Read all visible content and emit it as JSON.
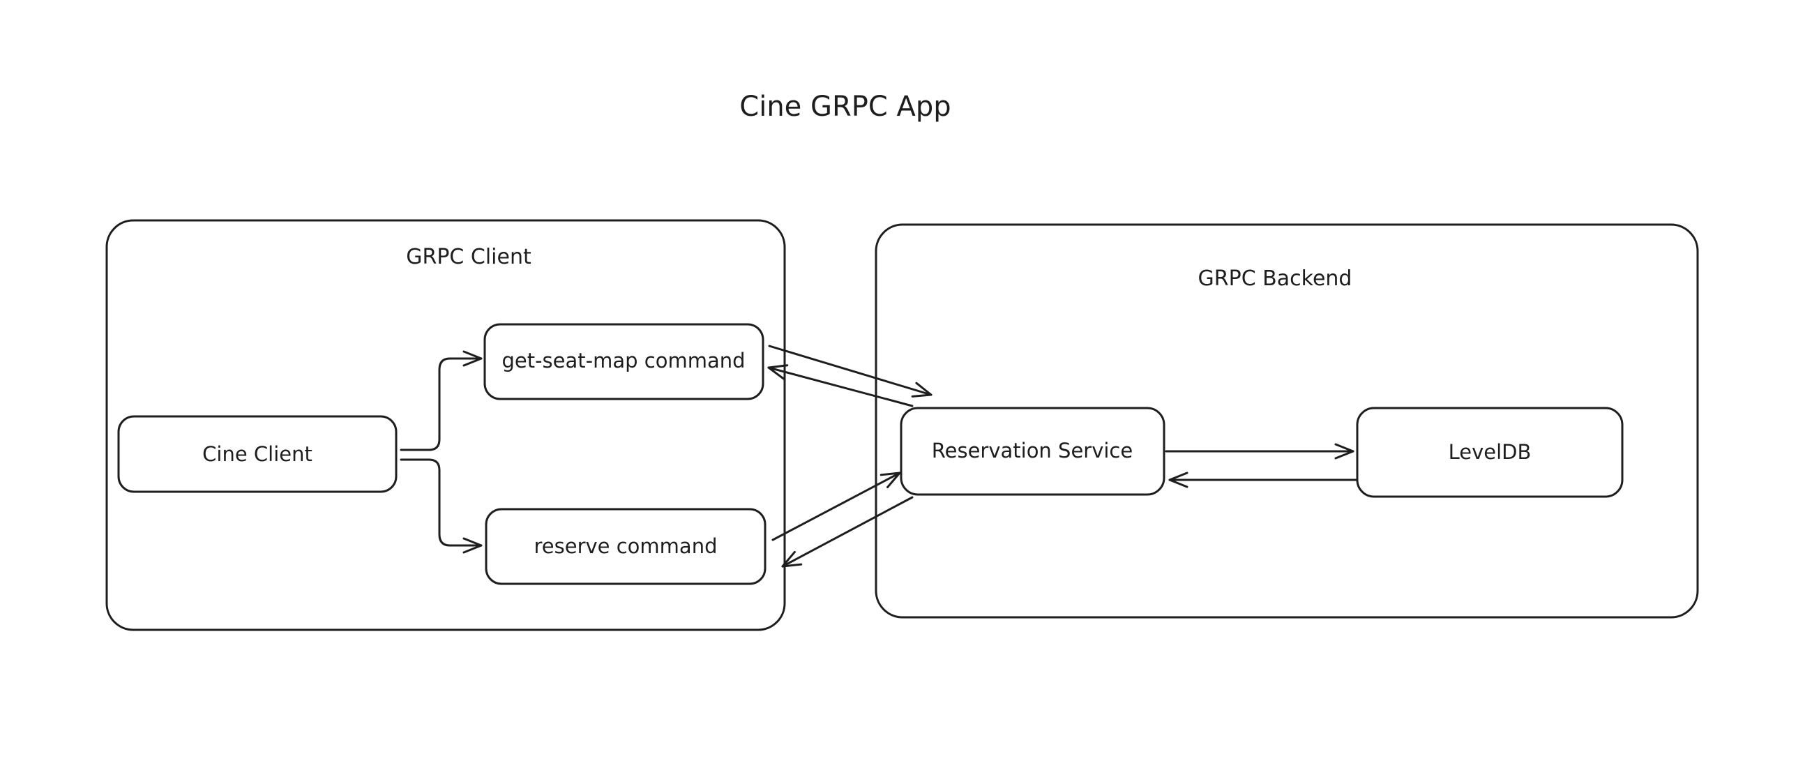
{
  "diagram": {
    "title": "Cine GRPC App",
    "groups": {
      "client": {
        "label": "GRPC Client"
      },
      "backend": {
        "label": "GRPC Backend"
      }
    },
    "nodes": {
      "cine_client": {
        "label": "Cine Client"
      },
      "get_seat_map": {
        "label": "get-seat-map command"
      },
      "reserve": {
        "label": "reserve command"
      },
      "reservation_service": {
        "label": "Reservation Service"
      },
      "leveldb": {
        "label": "LevelDB"
      }
    },
    "edges": [
      {
        "from": "cine_client",
        "to": "get_seat_map"
      },
      {
        "from": "cine_client",
        "to": "reserve"
      },
      {
        "from": "get_seat_map",
        "to": "reservation_service"
      },
      {
        "from": "reservation_service",
        "to": "get_seat_map"
      },
      {
        "from": "reserve",
        "to": "reservation_service"
      },
      {
        "from": "reservation_service",
        "to": "reserve"
      },
      {
        "from": "reservation_service",
        "to": "leveldb"
      },
      {
        "from": "leveldb",
        "to": "reservation_service"
      }
    ],
    "colors": {
      "stroke": "#1e1e1e",
      "background": "#ffffff"
    }
  }
}
